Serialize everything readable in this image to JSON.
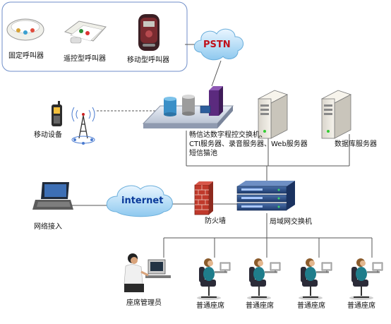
{
  "devices": {
    "fixed_caller": "固定呼叫器",
    "remote_caller": "遥控型呼叫器",
    "mobile_caller": "移动型呼叫器"
  },
  "network": {
    "pstn": "PSTN",
    "mobile_device": "移动设备",
    "server_group": "畅信达数字程控交换机、CTI服务器、录音服务器、短信猫池",
    "web_server": "Web服务器",
    "db_server": "数据库服务器",
    "internet": "internet",
    "network_access": "网络接入",
    "firewall": "防火墙",
    "lan_switch": "局域网交换机"
  },
  "seats": {
    "manager": "座席管理员",
    "normal_1": "普通座席",
    "normal_2": "普通座席",
    "normal_3": "普通座席",
    "normal_4": "普通座席"
  }
}
